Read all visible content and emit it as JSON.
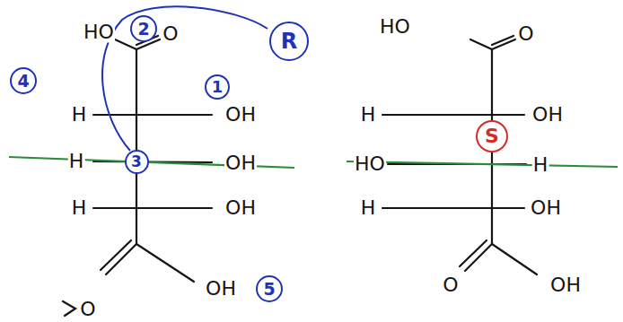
{
  "diagram": {
    "nodes": [
      {
        "text": [
          "2"
        ]
      },
      {
        "text": [
          "R"
        ]
      },
      {
        "text": [
          "1"
        ]
      },
      {
        "text": [
          "4"
        ]
      },
      {
        "text": [
          "3"
        ]
      },
      {
        "text": [
          "5"
        ]
      },
      {
        "text": [
          "S"
        ]
      }
    ],
    "labels": [
      "HO",
      "O",
      "H",
      "OH",
      "H",
      "OH",
      "H",
      "OH",
      "OH",
      "O",
      "HO",
      "O",
      "H",
      "OH",
      "HO",
      "H",
      "H",
      "OH",
      "O",
      "OH"
    ]
  }
}
